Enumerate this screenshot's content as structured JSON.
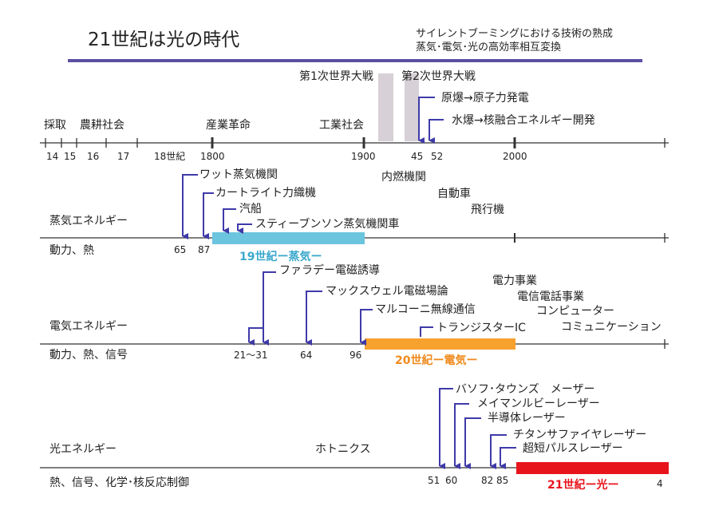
{
  "title": "21世紀は光の時代",
  "subtitle": [
    "サイレントブーミングにおける技術の熟成",
    "蒸気･電気･光の高効率相互変換"
  ],
  "colors": {
    "rule": "#5a4fa3",
    "steam_bar": "#6cc5de",
    "electric_bar": "#f7a12f",
    "light_bar": "#e8141c",
    "arrow": "#3f3aa8",
    "war_band": "#d7d0d6"
  },
  "wars": [
    "第1次世界大戦",
    "第2次世界大戦"
  ],
  "nuclear": [
    "原爆→原子力発電",
    "水爆→核融合エネルギー開発"
  ],
  "eras": [
    "採取",
    "農耕社会",
    "産業革命",
    "工業社会"
  ],
  "timeline_labels": [
    "14",
    "15",
    "16",
    "17",
    "18世紀",
    "1800",
    "1900",
    "45",
    "52",
    "2000"
  ],
  "steam": {
    "label": "蒸気エネルギー",
    "use": "動力、熱",
    "events": [
      "ワット蒸気機関",
      "カートライト力織機",
      "汽船",
      "スティーブンソン蒸気機関車"
    ],
    "years": [
      "65",
      "87"
    ],
    "era": "19世紀ー蒸気ー",
    "later": [
      "内燃機関",
      "自動車",
      "飛行機"
    ]
  },
  "electric": {
    "label": "電気エネルギー",
    "use": "動力、熱、信号",
    "events": [
      "ファラデー電磁誘導",
      "マックスウェル電磁場論",
      "マルコーニ無線通信",
      "トランジスターIC"
    ],
    "years": [
      "21〜31",
      "64",
      "96"
    ],
    "era": "20世紀ー電気ー",
    "later": [
      "電力事業",
      "電信電話事業",
      "コンピューター",
      "コミュニケーション"
    ]
  },
  "light": {
    "label": "光エネルギー",
    "use": "熱、信号、化学･核反応制御",
    "photonics": "ホトニクス",
    "events": [
      "バソフ･タウンズ　メーザー",
      "メイマンルビーレーザー",
      "半導体レーザー",
      "チタンサファイヤレーザー",
      "超短パルスレーザー"
    ],
    "years": [
      "51",
      "60",
      "82",
      "85"
    ],
    "era": "21世紀ー光ー"
  },
  "page_number": "4"
}
